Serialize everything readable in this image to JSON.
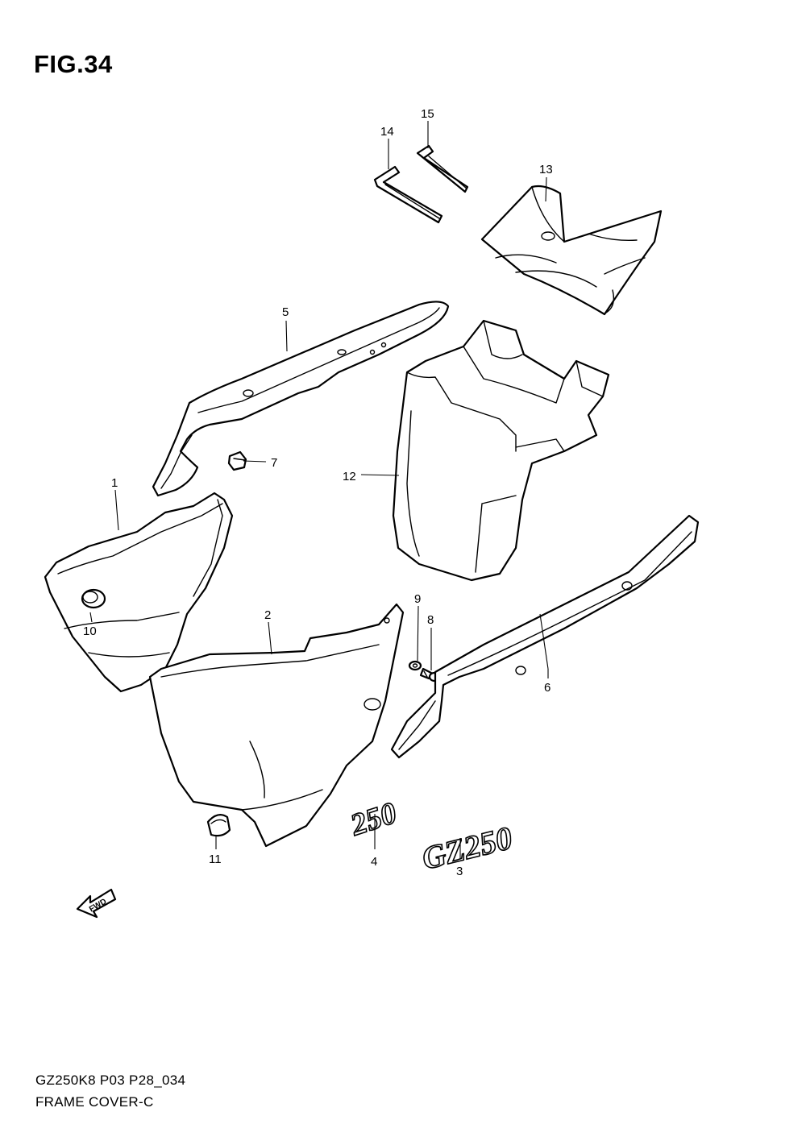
{
  "figure": {
    "title": "FIG.34",
    "code": "GZ250K8 P03 P28_034",
    "name": "FRAME COVER-C"
  },
  "callouts": {
    "c1": "1",
    "c2": "2",
    "c3": "3",
    "c4": "4",
    "c5": "5",
    "c6": "6",
    "c7": "7",
    "c8": "8",
    "c9": "9",
    "c10": "10",
    "c11": "11",
    "c12": "12",
    "c13": "13",
    "c14": "14",
    "c15": "15"
  },
  "emblems": {
    "gz250": "GZ250",
    "e250": "250"
  },
  "direction": {
    "label": "FWD"
  }
}
